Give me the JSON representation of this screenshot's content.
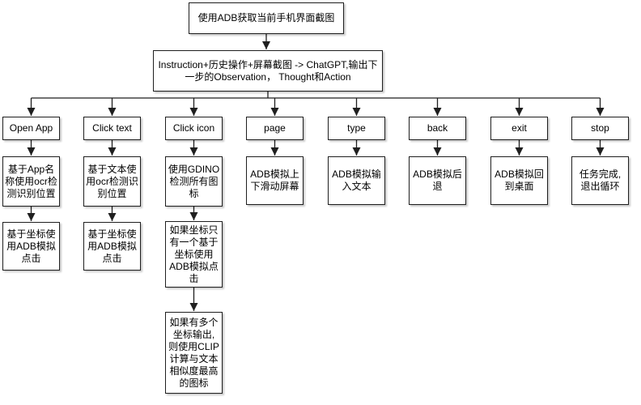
{
  "diagram_type": "flowchart",
  "colors": {
    "background": "#ffffff",
    "node_fill": "#ffffff",
    "node_border": "#000000",
    "edge": "#000000",
    "text": "#000000"
  },
  "nodes": {
    "screenshot": "使用ADB获取当前手机界面截图",
    "chatgpt": "Instruction+历史操作+屏幕截图 -> ChatGPT,输出下\n一步的Observation， Thought和Action",
    "open_app": "Open App",
    "click_text": "Click text",
    "click_icon": "Click icon",
    "page": "page",
    "type": "type",
    "back": "back",
    "exit": "exit",
    "stop": "stop",
    "open_app_ocr": "基于App名\n称使用ocr检\n测识别位置",
    "click_text_ocr": "基于文本使\n用ocr检测识\n别位置",
    "gdino": "使用GDINO\n检测所有图\n标",
    "page_action": "ADB模拟上\n下滑动屏幕",
    "type_action": "ADB模拟输\n入文本",
    "back_action": "ADB模拟后\n退",
    "exit_action": "ADB模拟回\n到桌面",
    "stop_action": "任务完成,\n退出循环",
    "open_app_tap": "基于坐标使\n用ADB模拟\n点击",
    "click_text_tap": "基于坐标使\n用ADB模拟\n点击",
    "icon_single": "如果坐标只\n有一个基于\n坐标使用\nADB模拟点\n击",
    "icon_multi": "如果有多个\n坐标输出,\n则使用CLIP\n计算与文本\n相似度最高\n的图标"
  }
}
